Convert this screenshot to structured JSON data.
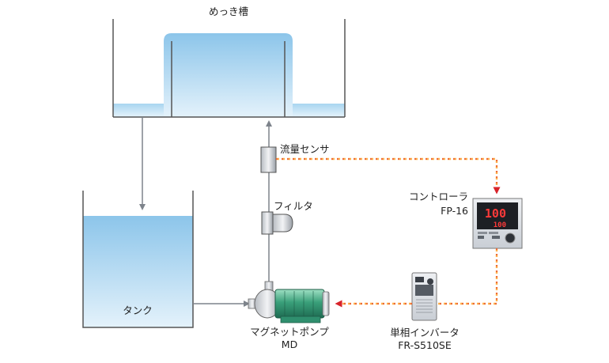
{
  "labels": {
    "plating_tank": "めっき槽",
    "flow_sensor": "流量センサ",
    "filter": "フィルタ",
    "tank": "タンク",
    "pump_line1": "マグネットポンプ",
    "pump_line2": "MD",
    "controller_line1": "コントローラ",
    "controller_line2": "FP-16",
    "inverter_line1": "単相インバータ",
    "inverter_line2": "FR-S510SE"
  },
  "controller_display": {
    "main_value": "100",
    "sub_value": "100"
  },
  "colors": {
    "pipe": "#8a9099",
    "signal_line": "#e0601c",
    "liquid_top": "#a9d4ef",
    "liquid_bottom": "#d9ecf8",
    "pump_body": "#2f8f6e",
    "display_digits": "#ff3a3a"
  }
}
